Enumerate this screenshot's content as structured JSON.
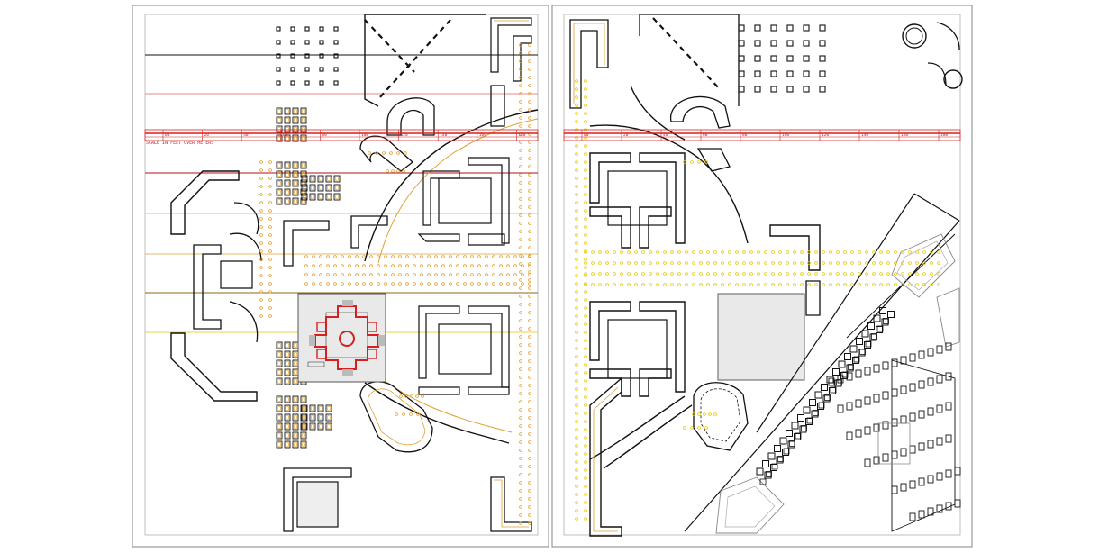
{
  "sheet_left": {
    "scale_note": "SCALE IN FEET OVER METERS",
    "ruler_ticks": [
      "00",
      "20",
      "40",
      "60",
      "80",
      "100",
      "120",
      "140",
      "160",
      "180"
    ]
  },
  "sheet_right": {
    "ruler_ticks": [
      "00",
      "20",
      "40",
      "60",
      "80",
      "100",
      "120",
      "140",
      "160",
      "180"
    ]
  },
  "colors": {
    "line": "#111111",
    "accent_red": "#d42020",
    "accent_orange": "#e0a030",
    "accent_yellow": "#e8c800",
    "frame": "#9a9a9a"
  }
}
